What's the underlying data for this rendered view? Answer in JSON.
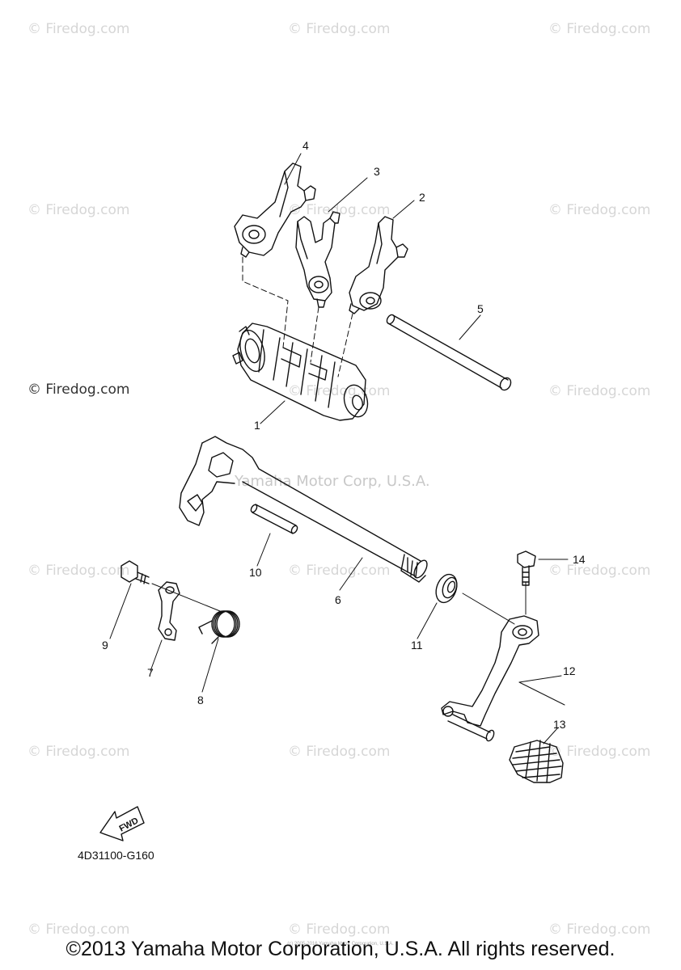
{
  "watermarks": {
    "firedog": "© Firedog.com",
    "yamaha": "Yamaha Motor Corp, U.S.A."
  },
  "callouts": {
    "n1": "1",
    "n2": "2",
    "n3": "3",
    "n4": "4",
    "n5": "5",
    "n6": "6",
    "n7": "7",
    "n8": "8",
    "n9": "9",
    "n10": "10",
    "n11": "11",
    "n12": "12",
    "n13": "13",
    "n14": "14"
  },
  "fwd_label": "FWD",
  "diagram_code": "4D31100-G160",
  "copyright": "©2013 Yamaha Motor Corporation, U.S.A. All rights reserved.",
  "tiny_copyright": "(c) 2005-2016 Yamaha Motor Corporation, U.S.A."
}
